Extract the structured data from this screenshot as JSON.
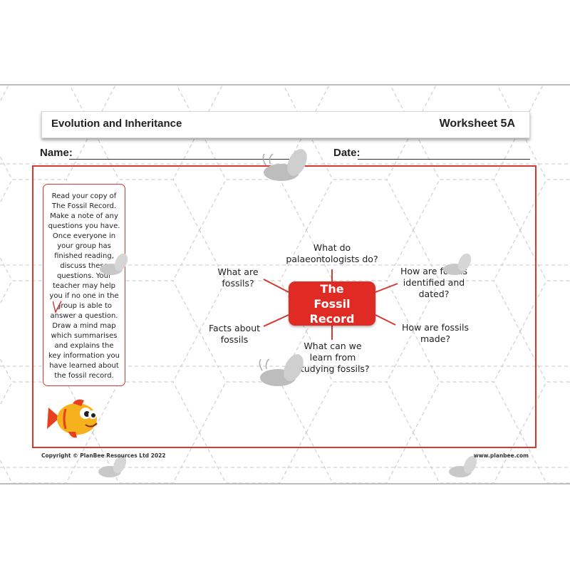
{
  "header": {
    "title": "Evolution and Inheritance",
    "worksheet": "Worksheet 5A"
  },
  "fields": {
    "name_label": "Name:",
    "date_label": "Date:"
  },
  "instructions": {
    "text": "Read your copy of The Fossil Record. Make a note of any questions you have. Once everyone in your group has finished reading, discuss these questions. Your teacher may help you if no one in the group is able to answer a question. Draw a mind map which summarises and explains the key information you have learned about the fossil record."
  },
  "mindmap": {
    "center": "The Fossil Record",
    "nodes": {
      "top": "What do palaeontologists do?",
      "left_top": "What are fossils?",
      "left_bottom": "Facts about fossils",
      "bottom": "What can we learn from studying fossils?",
      "right_top": "How are fossils identified and dated?",
      "right_bottom": "How are fossils made?"
    }
  },
  "footer": {
    "copyright": "Copyright © PlanBee Resources Ltd 2022",
    "website": "www.planbee.com"
  },
  "colors": {
    "accent_red": "#e02b24",
    "frame_red": "#d23a32"
  }
}
